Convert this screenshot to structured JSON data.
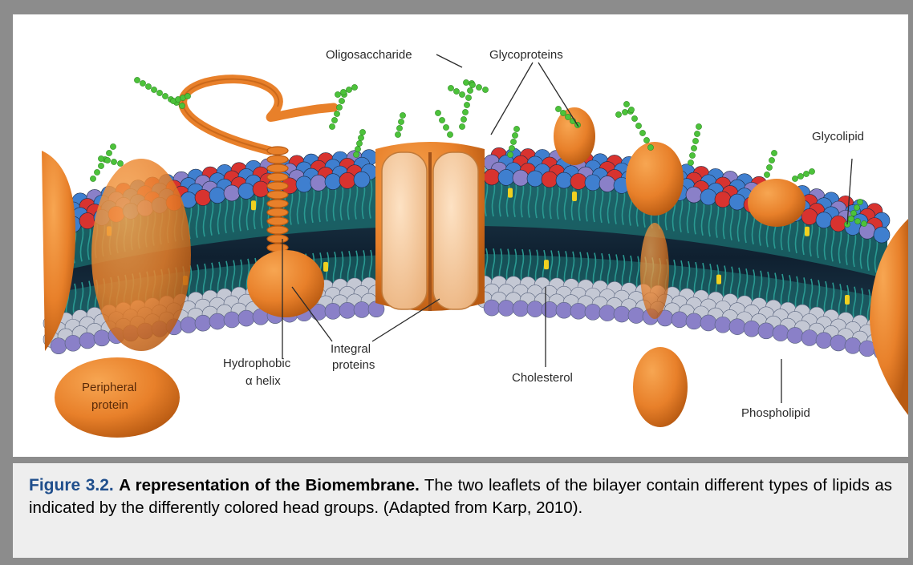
{
  "diagram": {
    "labels": {
      "oligosaccharide": "Oligosaccharide",
      "glycoproteins": "Glycoproteins",
      "glycolipid": "Glycolipid",
      "hydrophobic_line1": "Hydrophobic",
      "hydrophobic_line2": "α helix",
      "integral_line1": "Integral",
      "integral_line2": "proteins",
      "cholesterol": "Cholesterol",
      "phospholipid": "Phospholipid",
      "peripheral_line1": "Peripheral",
      "peripheral_line2": "protein"
    },
    "colors": {
      "protein": "#e8802a",
      "protein_edge": "#b85a12",
      "head_blue": "#3f7fcf",
      "head_red": "#d8332f",
      "head_purple": "#8a80c8",
      "head_gray": "#c4c8d4",
      "tail_teal": "#2a9a92",
      "core_dark": "#14283a",
      "sugar_green": "#4cc23a",
      "cholesterol_yellow": "#f0d020",
      "channel_tan": "#f6caa0"
    }
  },
  "caption": {
    "figure_number": "Figure 3.2.",
    "title": "A representation of the Biomembrane.",
    "text": "The two leaflets of the bilayer contain different types of lipids as indicated by the differently colored head groups. (Adapted from Karp, 2010)."
  }
}
